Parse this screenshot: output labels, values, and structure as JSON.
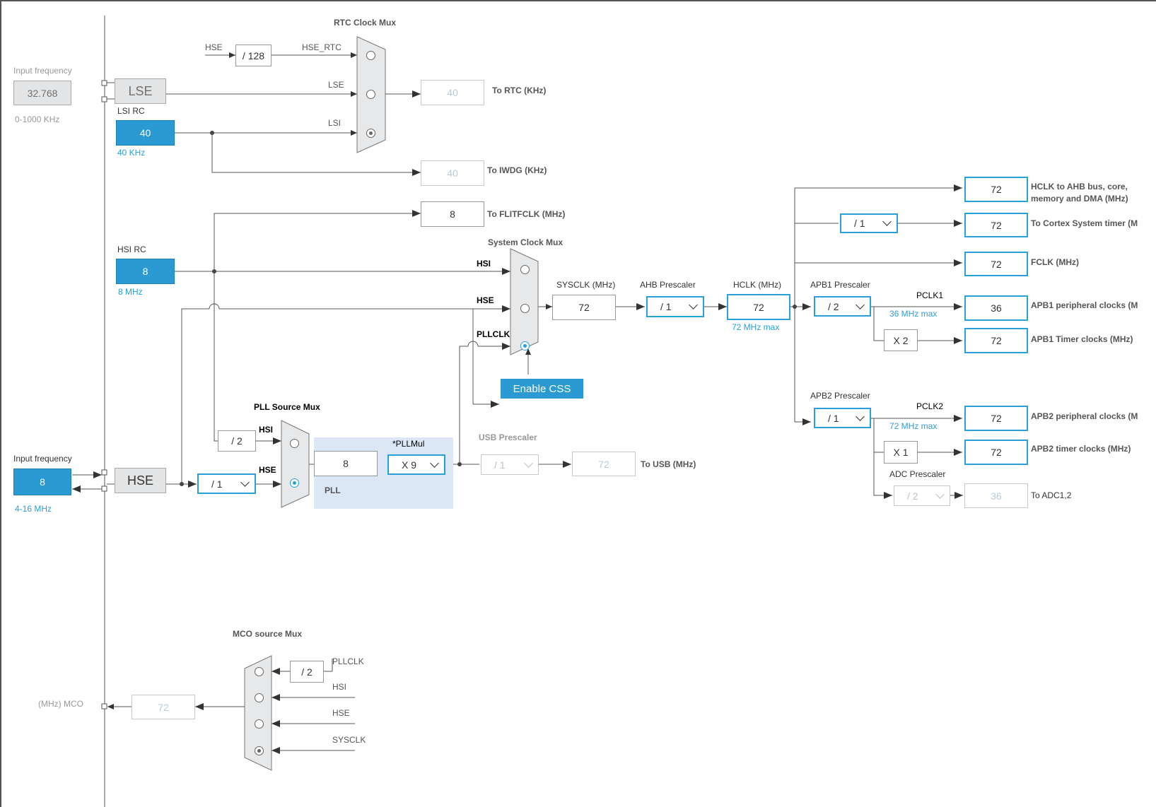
{
  "rtc_mux": {
    "title": "RTC Clock Mux",
    "in_hse": "HSE",
    "div128": "/ 128",
    "in_hse_rtc": "HSE_RTC",
    "in_lse": "LSE",
    "in_lsi": "LSI",
    "out_rtc_value": "40",
    "out_rtc_label": "To RTC (KHz)",
    "out_iwdg_value": "40",
    "out_iwdg_label": "To IWDG (KHz)"
  },
  "lse": {
    "input_label": "Input frequency",
    "input_value": "32.768",
    "range": "0-1000 KHz",
    "label": "LSE"
  },
  "lsi": {
    "title": "LSI RC",
    "value": "40",
    "unit": "40 KHz"
  },
  "hsi": {
    "title": "HSI RC",
    "value": "8",
    "unit": "8 MHz"
  },
  "flitf": {
    "value": "8",
    "label": "To FLITFCLK (MHz)"
  },
  "sys_mux": {
    "title": "System Clock Mux",
    "in_hsi": "HSI",
    "in_hse": "HSE",
    "in_pll": "PLLCLK",
    "css_button": "Enable CSS"
  },
  "sysclk": {
    "label": "SYSCLK (MHz)",
    "value": "72"
  },
  "ahb": {
    "label": "AHB Prescaler",
    "value": "/ 1"
  },
  "hclk": {
    "label": "HCLK (MHz)",
    "value": "72",
    "max": "72 MHz max"
  },
  "apb1": {
    "label": "APB1 Prescaler",
    "value": "/ 2",
    "pclk_label": "PCLK1",
    "pclk_max": "36 MHz max",
    "timer_mul": "X 2"
  },
  "apb2": {
    "label": "APB2 Prescaler",
    "value": "/ 1",
    "pclk_label": "PCLK2",
    "pclk_max": "72 MHz max",
    "timer_mul": "X 1"
  },
  "adc": {
    "label": "ADC Prescaler",
    "value": "/ 2",
    "out_value": "36",
    "out_label": "To ADC1,2"
  },
  "cortex_div": "/ 1",
  "outputs": [
    {
      "value": "72",
      "label": "HCLK to AHB bus, core,",
      "label2": "memory and DMA (MHz)"
    },
    {
      "value": "72",
      "label": "To Cortex System timer (M"
    },
    {
      "value": "72",
      "label": "FCLK (MHz)"
    },
    {
      "value": "36",
      "label": "APB1 peripheral clocks (M"
    },
    {
      "value": "72",
      "label": "APB1 Timer clocks (MHz)"
    },
    {
      "value": "72",
      "label": "APB2 peripheral clocks (M"
    },
    {
      "value": "72",
      "label": "APB2 timer clocks (MHz)"
    }
  ],
  "hse": {
    "input_label": "Input frequency",
    "input_value": "8",
    "range": "4-16 MHz",
    "label": "HSE",
    "prediv": "/ 1"
  },
  "pll_mux": {
    "title": "PLL Source Mux",
    "div2": "/ 2",
    "in_hsi": "HSI",
    "in_hse": "HSE"
  },
  "pll": {
    "value": "8",
    "mul_label": "*PLLMul",
    "mul_value": "X 9",
    "label": "PLL"
  },
  "usb": {
    "label": "USB Prescaler",
    "value": "/ 1",
    "out_value": "72",
    "out_label": "To USB (MHz)"
  },
  "mco": {
    "title": "MCO source Mux",
    "div2": "/ 2",
    "in_pll": "PLLCLK",
    "in_hsi": "HSI",
    "in_hse": "HSE",
    "in_sys": "SYSCLK",
    "out_label": "(MHz) MCO",
    "out_value": "72"
  },
  "colors": {
    "accent": "#2aa0d8",
    "fill": "#2b9ad3",
    "pll_bg": "#dbe7f5"
  }
}
